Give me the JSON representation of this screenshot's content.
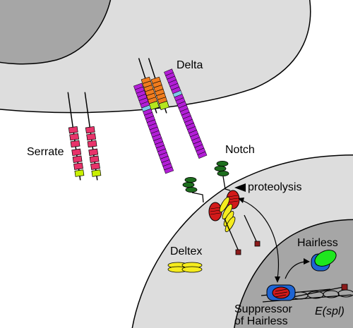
{
  "labels": {
    "delta": "Delta",
    "serrate": "Serrate",
    "notch": "Notch",
    "proteolysis": "proteolysis",
    "deltex": "Deltex",
    "hairless": "Hairless",
    "suppressor_line1": "Suppressor",
    "suppressor_line2": "of Hairless",
    "espl": "E(spl)"
  },
  "colors": {
    "cell_fill": "#dddddd",
    "nucleus_fill": "#a6a6a6",
    "membrane_stroke": "#000000",
    "serrate_repeat": "#e8336a",
    "serrate_green": "#c8f000",
    "delta_orange": "#f07c1e",
    "delta_green": "#b4e61e",
    "notch_purple": "#b21fd6",
    "notch_cyan": "#7ec8e8",
    "lnr_green": "#1e6e1e",
    "ram_red": "#d21a1a",
    "ankyrin_yellow": "#f5ec1e",
    "csl_blue": "#1e64d2",
    "hairless_green": "#1ee61e",
    "dark_red": "#8c1a1a"
  }
}
